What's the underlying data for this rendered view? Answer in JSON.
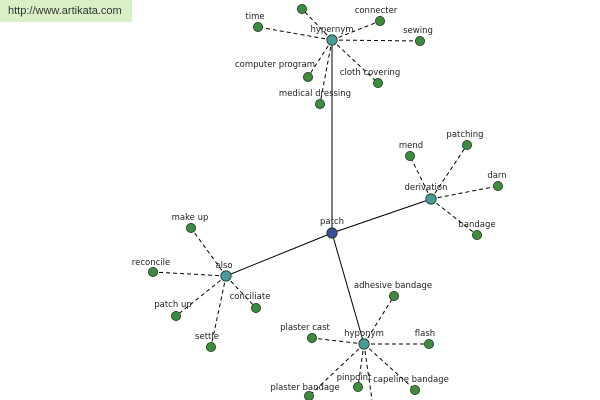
{
  "source_link": "http://www.artikata.com",
  "colors": {
    "center": "#3a4f9a",
    "hub": "#4a9a9a",
    "leaf": "#3e8a3e",
    "badge": "#d9f0c7"
  },
  "graph": {
    "nodes": [
      {
        "id": "patch",
        "label": "patch",
        "kind": "center"
      },
      {
        "id": "hypernym",
        "label": "hypernym",
        "kind": "hub"
      },
      {
        "id": "derivation",
        "label": "derivation",
        "kind": "hub"
      },
      {
        "id": "also",
        "label": "also",
        "kind": "hub"
      },
      {
        "id": "hyponym",
        "label": "hyponym",
        "kind": "hub"
      },
      {
        "id": "time",
        "label": "time",
        "kind": "leaf"
      },
      {
        "id": "hyper-top",
        "label": "",
        "kind": "leaf"
      },
      {
        "id": "connecter",
        "label": "connecter",
        "kind": "leaf"
      },
      {
        "id": "sewing",
        "label": "sewing",
        "kind": "leaf"
      },
      {
        "id": "computer-program",
        "label": "computer program",
        "kind": "leaf"
      },
      {
        "id": "cloth-covering",
        "label": "cloth covering",
        "kind": "leaf"
      },
      {
        "id": "medical-dressing",
        "label": "medical dressing",
        "kind": "leaf"
      },
      {
        "id": "mend",
        "label": "mend",
        "kind": "leaf"
      },
      {
        "id": "patching",
        "label": "patching",
        "kind": "leaf"
      },
      {
        "id": "darn",
        "label": "darn",
        "kind": "leaf"
      },
      {
        "id": "bandage",
        "label": "bandage",
        "kind": "leaf"
      },
      {
        "id": "make-up",
        "label": "make up",
        "kind": "leaf"
      },
      {
        "id": "reconcile",
        "label": "reconcile",
        "kind": "leaf"
      },
      {
        "id": "conciliate",
        "label": "conciliate",
        "kind": "leaf"
      },
      {
        "id": "patch-up",
        "label": "patch up",
        "kind": "leaf"
      },
      {
        "id": "settle",
        "label": "settle",
        "kind": "leaf"
      },
      {
        "id": "adhesive-bandage",
        "label": "adhesive bandage",
        "kind": "leaf"
      },
      {
        "id": "plaster-cast",
        "label": "plaster cast",
        "kind": "leaf"
      },
      {
        "id": "flash",
        "label": "flash",
        "kind": "leaf"
      },
      {
        "id": "plaster-bandage",
        "label": "plaster bandage",
        "kind": "leaf"
      },
      {
        "id": "pinpoint",
        "label": "pinpoint",
        "kind": "leaf"
      },
      {
        "id": "capeline-bandage",
        "label": "capeline bandage",
        "kind": "leaf"
      }
    ],
    "edges": [
      {
        "from": "patch",
        "to": "hypernym",
        "style": "solid"
      },
      {
        "from": "patch",
        "to": "derivation",
        "style": "solid"
      },
      {
        "from": "patch",
        "to": "also",
        "style": "solid"
      },
      {
        "from": "patch",
        "to": "hyponym",
        "style": "solid"
      },
      {
        "from": "hypernym",
        "to": "time",
        "style": "dashed"
      },
      {
        "from": "hypernym",
        "to": "hyper-top",
        "style": "dashed"
      },
      {
        "from": "hypernym",
        "to": "connecter",
        "style": "dashed"
      },
      {
        "from": "hypernym",
        "to": "sewing",
        "style": "dashed"
      },
      {
        "from": "hypernym",
        "to": "computer-program",
        "style": "dashed"
      },
      {
        "from": "hypernym",
        "to": "cloth-covering",
        "style": "dashed"
      },
      {
        "from": "hypernym",
        "to": "medical-dressing",
        "style": "dashed"
      },
      {
        "from": "derivation",
        "to": "mend",
        "style": "dashed"
      },
      {
        "from": "derivation",
        "to": "patching",
        "style": "dashed"
      },
      {
        "from": "derivation",
        "to": "darn",
        "style": "dashed"
      },
      {
        "from": "derivation",
        "to": "bandage",
        "style": "dashed"
      },
      {
        "from": "also",
        "to": "make-up",
        "style": "dashed"
      },
      {
        "from": "also",
        "to": "reconcile",
        "style": "dashed"
      },
      {
        "from": "also",
        "to": "conciliate",
        "style": "dashed"
      },
      {
        "from": "also",
        "to": "patch-up",
        "style": "dashed"
      },
      {
        "from": "also",
        "to": "settle",
        "style": "dashed"
      },
      {
        "from": "hyponym",
        "to": "adhesive-bandage",
        "style": "dashed"
      },
      {
        "from": "hyponym",
        "to": "plaster-cast",
        "style": "dashed"
      },
      {
        "from": "hyponym",
        "to": "flash",
        "style": "dashed"
      },
      {
        "from": "hyponym",
        "to": "plaster-bandage",
        "style": "dashed"
      },
      {
        "from": "hyponym",
        "to": "pinpoint",
        "style": "dashed"
      },
      {
        "from": "hyponym",
        "to": "capeline-bandage",
        "style": "dashed"
      }
    ]
  }
}
